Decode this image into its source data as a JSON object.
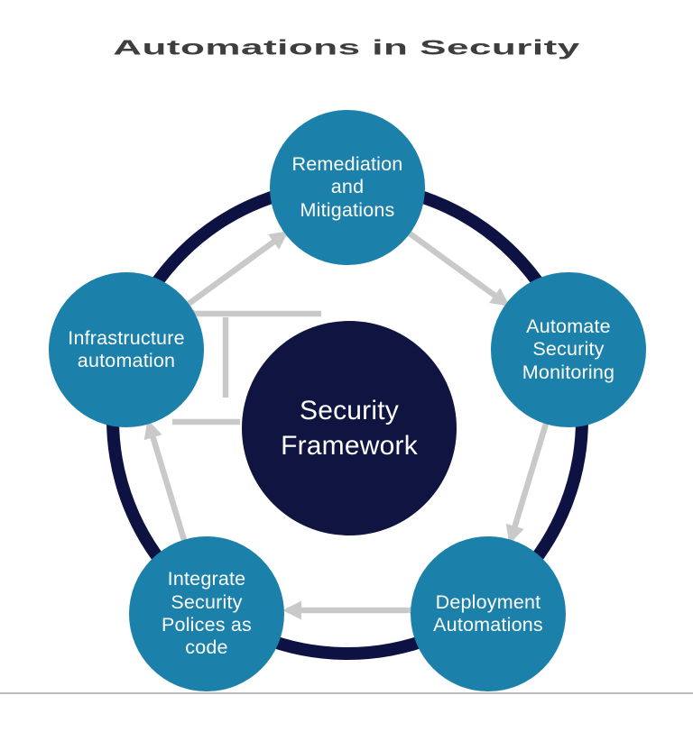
{
  "title": {
    "text": "Automations in Security"
  },
  "colors": {
    "background": "#ffffff",
    "node_fill": "#1b80aa",
    "center_fill": "#101440",
    "ring": "#0d1243",
    "connector": "#c9c9c9",
    "title_color": "#3e3e3e",
    "node_text": "#ffffff",
    "divider": "#9a9a9a"
  },
  "diagram": {
    "type": "radial-cycle",
    "center": {
      "id": "security-framework",
      "label": "Security\nFramework"
    },
    "nodes": [
      {
        "id": "remediation-mitigations",
        "position": "top",
        "label": "Remediation\nand\nMitigations"
      },
      {
        "id": "automate-security-monitoring",
        "position": "right",
        "label": "Automate\nSecurity\nMonitoring"
      },
      {
        "id": "deployment-automations",
        "position": "bottom-right",
        "label": "Deployment\nAutomations"
      },
      {
        "id": "integrate-security-policies",
        "position": "bottom-left",
        "label": "Integrate\nSecurity\nPolices as\ncode"
      },
      {
        "id": "infrastructure-automation",
        "position": "left",
        "label": "Infrastructure\nautomation"
      }
    ],
    "connections": [
      "left-top",
      "top-right",
      "right-bottom-right",
      "bottom-right-bottom-left",
      "bottom-left-left",
      "left-center-elbow"
    ]
  }
}
